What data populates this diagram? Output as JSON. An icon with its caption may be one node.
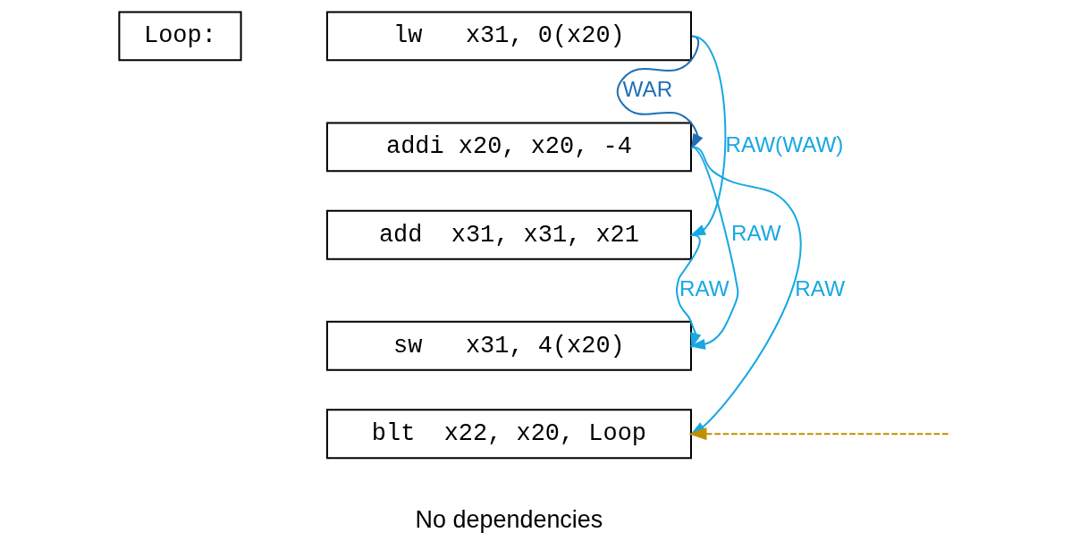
{
  "diagram": {
    "nodes": [
      {
        "text": [
          "Loop:"
        ]
      },
      {
        "text": [
          "lw   x31, 0(x20)"
        ]
      },
      {
        "text": [
          "addi x20, x20, -4"
        ]
      },
      {
        "text": [
          "add  x31, x31, x21"
        ]
      },
      {
        "text": [
          "sw   x31, 4(x20)"
        ]
      },
      {
        "text": [
          "blt  x22, x20, Loop"
        ]
      }
    ],
    "edges": [
      {
        "from": 1,
        "to": 2,
        "arrow": "to",
        "label": "WAR",
        "color": "#1f6fb5"
      },
      {
        "from": 1,
        "to": 3,
        "arrow": "to",
        "label": "RAW(WAW)"
      },
      {
        "from": 3,
        "to": 4,
        "arrow": "to",
        "label": "RAW"
      },
      {
        "from": 2,
        "to": 4,
        "arrow": "to",
        "label": "RAW"
      },
      {
        "from": 2,
        "to": 5,
        "arrow": "to",
        "label": "RAW"
      },
      {
        "from": null,
        "to": 5,
        "arrow": "to",
        "style": "dashed",
        "color": "#bf9000"
      }
    ],
    "labels": [
      "No dependencies"
    ]
  }
}
